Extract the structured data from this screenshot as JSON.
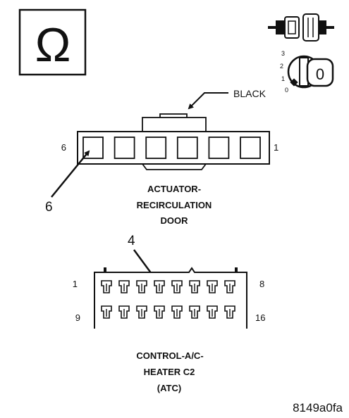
{
  "ohm_symbol": "Ω",
  "ignition": {
    "positions": [
      "3",
      "2",
      "1",
      "0"
    ],
    "key_label": "0",
    "icon": "ignition-key-icon"
  },
  "connector_icon": "disconnected-connector-icon",
  "upper_connector": {
    "wire_color_label": "BLACK",
    "pin_left": "6",
    "pin_right": "1",
    "callout": "6",
    "title_lines": [
      "ACTUATOR-",
      "RECIRCULATION",
      "DOOR"
    ],
    "cavities": 6
  },
  "lower_connector": {
    "callout": "4",
    "top_left": "1",
    "top_right": "8",
    "bottom_left": "9",
    "bottom_right": "16",
    "title_lines": [
      "CONTROL-A/C-",
      "HEATER C2",
      "(ATC)"
    ],
    "terminals_per_row": 8
  },
  "figure_id": "8149a0fa"
}
